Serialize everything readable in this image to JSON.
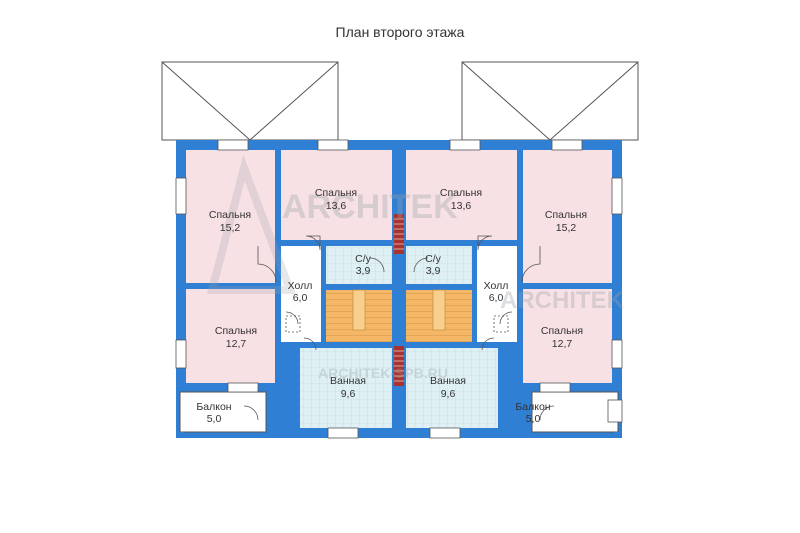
{
  "title": "План второго этажа",
  "colors": {
    "wall": "#2f7fd4",
    "bedroom": "#f8e1e4",
    "tile": "#dff0f4",
    "stair": "#f3b766",
    "balcony": "#ffffff",
    "door_line": "#555555"
  },
  "rooms": {
    "bed_l_top": {
      "name": "Спальня",
      "area": "15,2"
    },
    "bed_l_mid": {
      "name": "Спальня",
      "area": "13,6"
    },
    "bed_r_mid": {
      "name": "Спальня",
      "area": "13,6"
    },
    "bed_r_top": {
      "name": "Спальня",
      "area": "15,2"
    },
    "wc_l": {
      "name": "С/у",
      "area": "3,9"
    },
    "wc_r": {
      "name": "С/у",
      "area": "3,9"
    },
    "hall_l": {
      "name": "Холл",
      "area": "6,0"
    },
    "hall_r": {
      "name": "Холл",
      "area": "6,0"
    },
    "bed_l_bot": {
      "name": "Спальня",
      "area": "12,7"
    },
    "bed_r_bot": {
      "name": "Спальня",
      "area": "12,7"
    },
    "bath_l": {
      "name": "Ванная",
      "area": "9,6"
    },
    "bath_r": {
      "name": "Ванная",
      "area": "9,6"
    },
    "balcony_l": {
      "name": "Балкон",
      "area": "5,0"
    },
    "balcony_r": {
      "name": "Балкон",
      "area": "5,0"
    }
  },
  "watermark": {
    "brand": "ARCHITEK",
    "brand2": "ARCHITEK",
    "site": "ARCHITEK-SPB.RU"
  }
}
